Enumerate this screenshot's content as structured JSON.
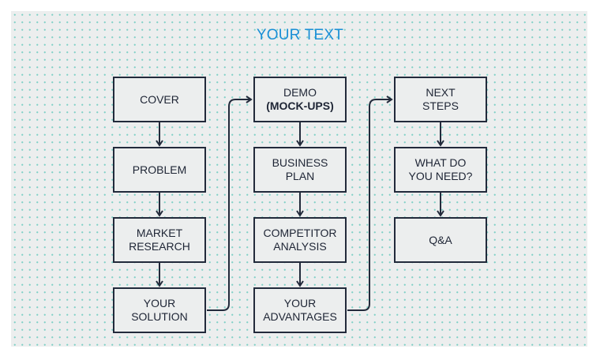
{
  "title": "YOUR TEXT",
  "columns": [
    {
      "boxes": [
        {
          "label": "COVER"
        },
        {
          "label": "PROBLEM"
        },
        {
          "label": "MARKET\nRESEARCH"
        },
        {
          "label": "YOUR\nSOLUTION"
        }
      ]
    },
    {
      "boxes": [
        {
          "label": "DEMO",
          "sublabel": "(MOCK-UPS)"
        },
        {
          "label": "BUSINESS\nPLAN"
        },
        {
          "label": "COMPETITOR\nANALYSIS"
        },
        {
          "label": "YOUR\nADVANTAGES"
        }
      ]
    },
    {
      "boxes": [
        {
          "label": "NEXT\nSTEPS"
        },
        {
          "label": "WHAT DO\nYOU NEED?"
        },
        {
          "label": "Q&A"
        }
      ]
    }
  ],
  "colors": {
    "title": "#1a8fd6",
    "box_border": "#222a3b",
    "text": "#1e2535",
    "background": "#eceeee",
    "dots": "#7fd0c6"
  }
}
